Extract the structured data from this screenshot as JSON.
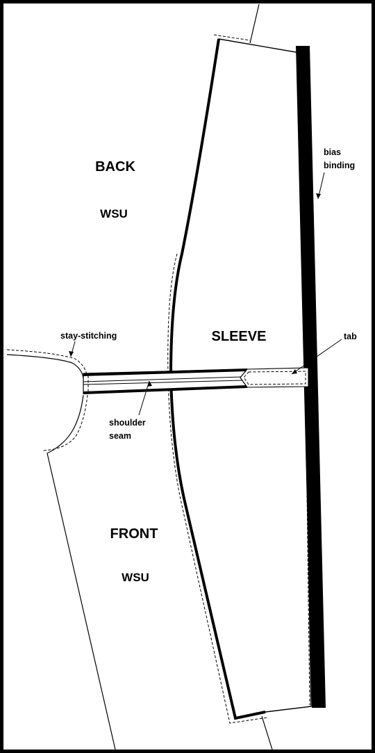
{
  "pieces": {
    "back": {
      "title": "BACK",
      "subtitle": "WSU"
    },
    "front": {
      "title": "FRONT",
      "subtitle": "WSU"
    },
    "sleeve": {
      "title": "SLEEVE"
    }
  },
  "callouts": {
    "bias_binding_line1": "bias",
    "bias_binding_line2": "binding",
    "tab": "tab",
    "stay_stitching": "stay-stitching",
    "shoulder_seam_line1": "shoulder",
    "shoulder_seam_line2": "seam"
  },
  "colors": {
    "ink": "#000000",
    "paper": "#ffffff"
  }
}
